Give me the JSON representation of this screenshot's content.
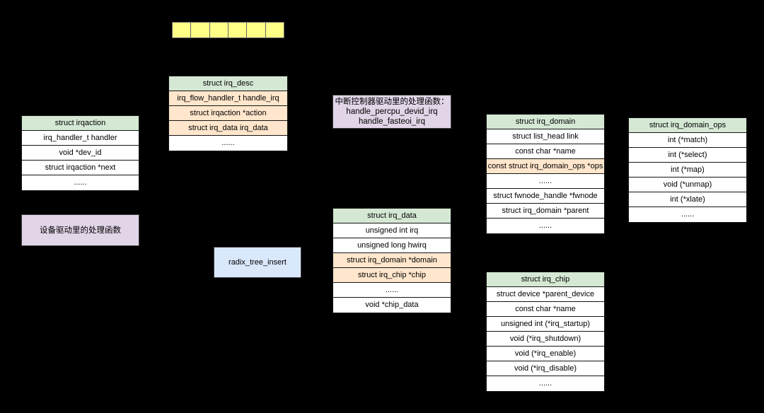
{
  "colors": {
    "background": "#000000",
    "green": "#d5e8d4",
    "orange": "#ffe6cc",
    "white": "#ffffff",
    "purple": "#e1d5e7",
    "blue": "#dae8fc",
    "yellow": "#ffff88",
    "border": "#141414",
    "yellow_border": "#666666",
    "note_border": "#3d3d3d",
    "text": "#000000"
  },
  "memory_array": {
    "cells": 6
  },
  "tables": {
    "irqaction": {
      "rows": [
        {
          "text": "struct irqaction",
          "bg": "green"
        },
        {
          "text": "irq_handler_t handler",
          "bg": "white"
        },
        {
          "text": "void *dev_id",
          "bg": "white"
        },
        {
          "text": "struct irqaction *next",
          "bg": "white"
        },
        {
          "text": "......",
          "bg": "white"
        }
      ]
    },
    "irq_desc": {
      "rows": [
        {
          "text": "struct irq_desc",
          "bg": "green"
        },
        {
          "text": "irq_flow_handler_t handle_irq",
          "bg": "orange"
        },
        {
          "text": "struct irqaction *action",
          "bg": "orange"
        },
        {
          "text": "struct irq_data irq_data",
          "bg": "orange"
        },
        {
          "text": "......",
          "bg": "white"
        }
      ]
    },
    "irq_data": {
      "rows": [
        {
          "text": "struct irq_data",
          "bg": "green"
        },
        {
          "text": "unsigned int irq",
          "bg": "white"
        },
        {
          "text": "unsigned long hwirq",
          "bg": "white"
        },
        {
          "text": "struct irq_domain *domain",
          "bg": "orange"
        },
        {
          "text": "struct irq_chip *chip",
          "bg": "orange"
        },
        {
          "text": "......",
          "bg": "white"
        },
        {
          "text": "void *chip_data",
          "bg": "white"
        }
      ]
    },
    "irq_domain": {
      "rows": [
        {
          "text": "struct irq_domain",
          "bg": "green"
        },
        {
          "text": "struct list_head link",
          "bg": "white"
        },
        {
          "text": "const char *name",
          "bg": "white"
        },
        {
          "text": "const struct irq_domain_ops *ops",
          "bg": "orange"
        },
        {
          "text": "......",
          "bg": "white"
        },
        {
          "text": "struct fwnode_handle *fwnode",
          "bg": "white"
        },
        {
          "text": "struct irq_domain *parent",
          "bg": "white"
        },
        {
          "text": "......",
          "bg": "white"
        }
      ]
    },
    "irq_domain_ops": {
      "rows": [
        {
          "text": "struct irq_domain_ops",
          "bg": "green"
        },
        {
          "text": "int (*match)",
          "bg": "white"
        },
        {
          "text": "int (*select)",
          "bg": "white"
        },
        {
          "text": "int (*map)",
          "bg": "white"
        },
        {
          "text": "void (*unmap)",
          "bg": "white"
        },
        {
          "text": "int (*xlate)",
          "bg": "white"
        },
        {
          "text": "......",
          "bg": "white"
        }
      ]
    },
    "irq_chip": {
      "rows": [
        {
          "text": "struct irq_chip",
          "bg": "green"
        },
        {
          "text": "struct device *parent_device",
          "bg": "white"
        },
        {
          "text": "const char *name",
          "bg": "white"
        },
        {
          "text": "unsigned int (*irq_startup)",
          "bg": "white"
        },
        {
          "text": "void (*irq_shutdown)",
          "bg": "white"
        },
        {
          "text": "void (*irq_enable)",
          "bg": "white"
        },
        {
          "text": "void (*irq_disable)",
          "bg": "white"
        },
        {
          "text": "......",
          "bg": "white"
        }
      ]
    }
  },
  "notes": {
    "controller_handlers": {
      "lines": [
        "中断控制器驱动里的处理函数：",
        "handle_percpu_devid_irq",
        "handle_fasteoi_irq"
      ]
    },
    "device_handlers": "设备驱动里的处理函数",
    "radix_tree_insert": "radix_tree_insert"
  }
}
